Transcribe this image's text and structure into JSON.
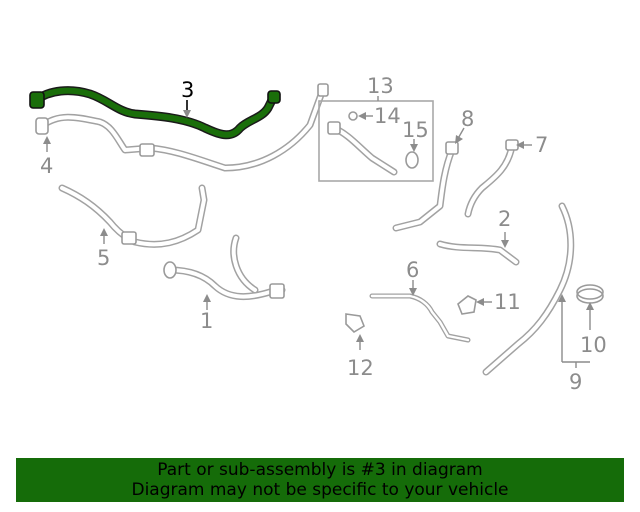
{
  "callouts": {
    "c1": "1",
    "c2": "2",
    "c3": "3",
    "c4": "4",
    "c5": "5",
    "c6": "6",
    "c7": "7",
    "c8": "8",
    "c9": "9",
    "c10": "10",
    "c11": "11",
    "c12": "12",
    "c13": "13",
    "c14": "14",
    "c15": "15"
  },
  "highlighted_part": "3",
  "colors": {
    "highlight": "#1a6e0a",
    "banner": "#156c09",
    "linework": "#a2a2a2"
  },
  "notice": {
    "line1": "Part or sub-assembly is #3 in diagram",
    "line2": "Diagram may not be specific to your vehicle"
  }
}
